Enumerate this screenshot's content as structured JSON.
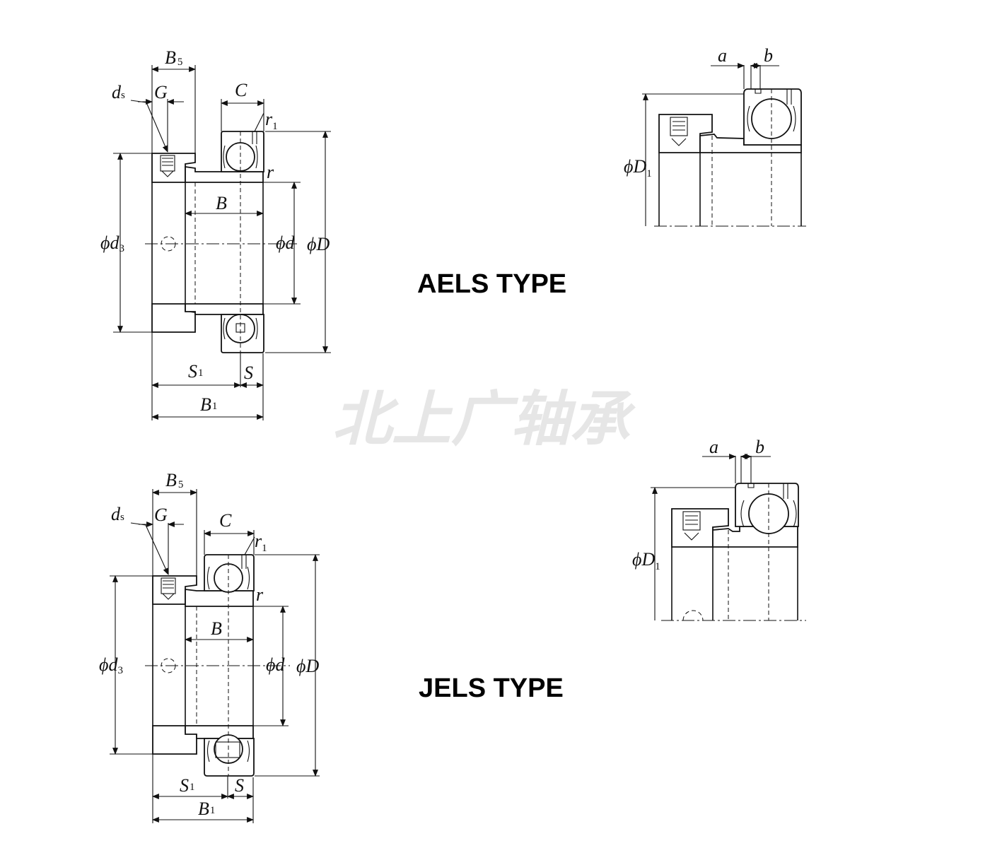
{
  "watermark": "北上广轴承",
  "aels": {
    "type_label": "AELS TYPE",
    "labels": {
      "B5": "B",
      "B5_sub": "5",
      "ds": "d",
      "ds_sub": "s",
      "G": "G",
      "C": "C",
      "r1": "r",
      "r1_sub": "1",
      "r": "r",
      "B": "B",
      "phi_d3": "ϕd",
      "phi_d3_sub": "3",
      "phi_d": "ϕd",
      "phi_D": "ϕD",
      "S1": "S",
      "S1_sub": "1",
      "S": "S",
      "B1": "B",
      "B1_sub": "1"
    },
    "detail": {
      "a": "a",
      "b": "b",
      "phi_D1": "ϕD",
      "phi_D1_sub": "1"
    }
  },
  "jels": {
    "type_label": "JELS TYPE",
    "labels": {
      "B5": "B",
      "B5_sub": "5",
      "ds": "d",
      "ds_sub": "s",
      "G": "G",
      "C": "C",
      "r1": "r",
      "r1_sub": "1",
      "r": "r",
      "B": "B",
      "phi_d3": "ϕd",
      "phi_d3_sub": "3",
      "phi_d": "ϕd",
      "phi_D": "ϕD",
      "S1": "S",
      "S1_sub": "1",
      "S": "S",
      "B1": "B",
      "B1_sub": "1"
    },
    "detail": {
      "a": "a",
      "b": "b",
      "phi_D1": "ϕD",
      "phi_D1_sub": "1"
    }
  }
}
